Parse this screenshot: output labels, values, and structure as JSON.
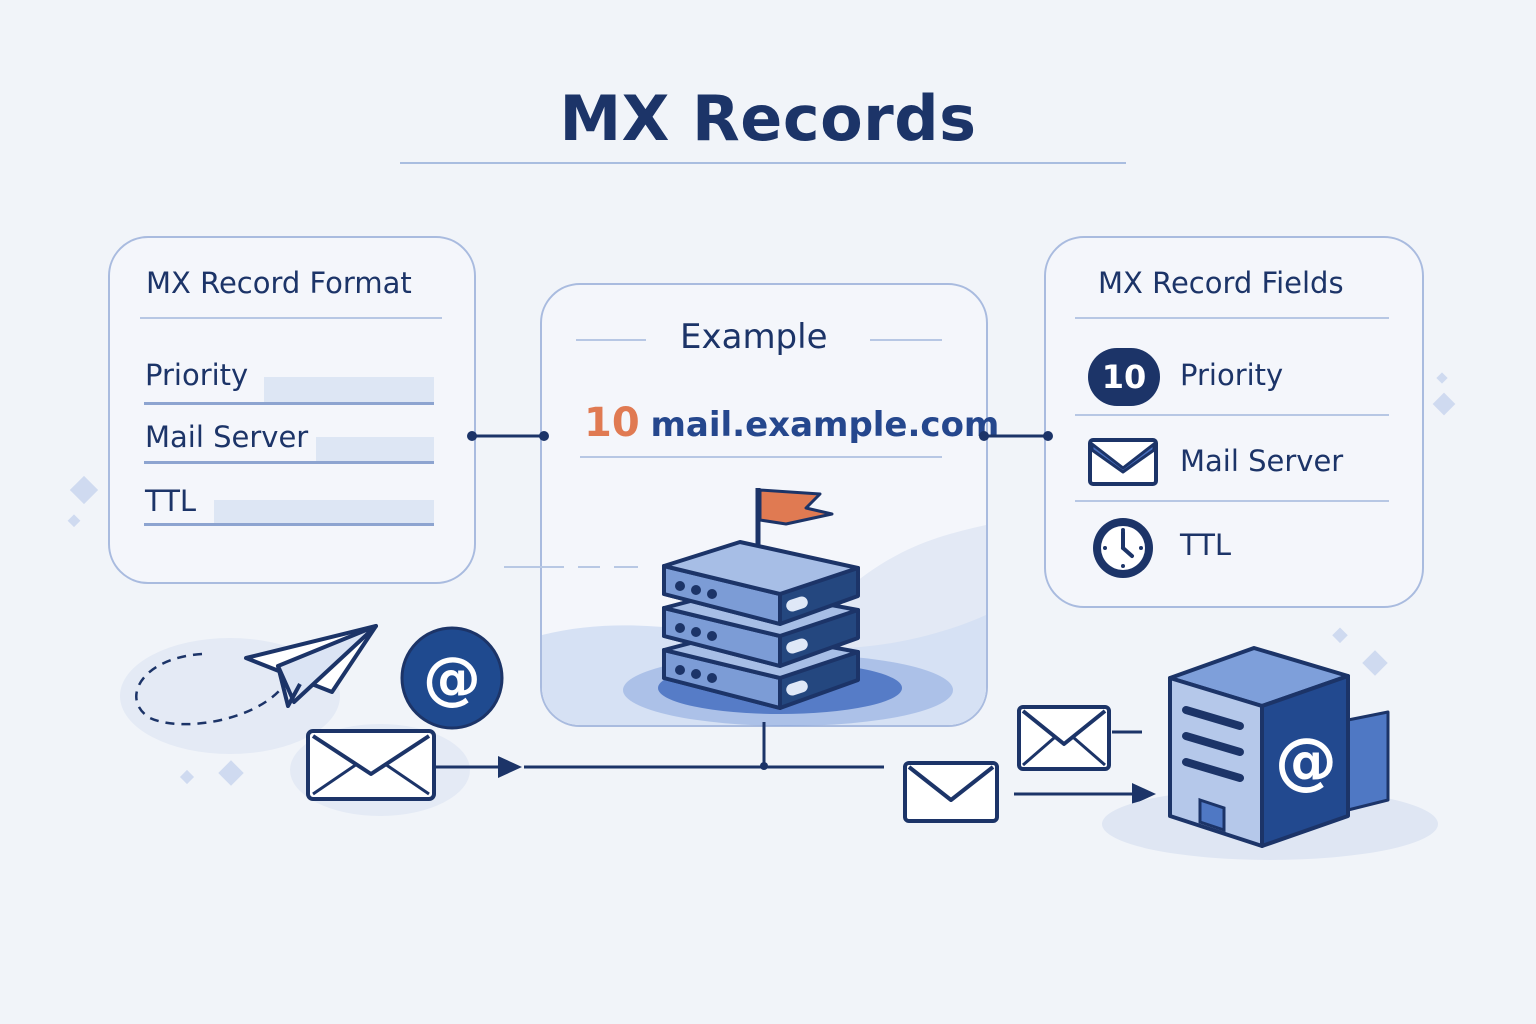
{
  "title": "MX Records",
  "format_card": {
    "heading": "MX Record Format",
    "rows": [
      "Priority",
      "Mail Server",
      "TTL"
    ]
  },
  "example_card": {
    "heading": "Example",
    "priority": "10",
    "domain": "mail.example.com"
  },
  "fields_card": {
    "heading": "MX Record Fields",
    "rows": [
      {
        "label": "Priority",
        "icon": "priority-badge",
        "badge": "10"
      },
      {
        "label": "Mail Server",
        "icon": "envelope-icon"
      },
      {
        "label": "TTL",
        "icon": "clock-icon"
      }
    ]
  },
  "colors": {
    "navy": "#1c3468",
    "accent_orange": "#e07a52",
    "card_border": "#a9bbdf",
    "server_blue": "#5b7ec4"
  }
}
